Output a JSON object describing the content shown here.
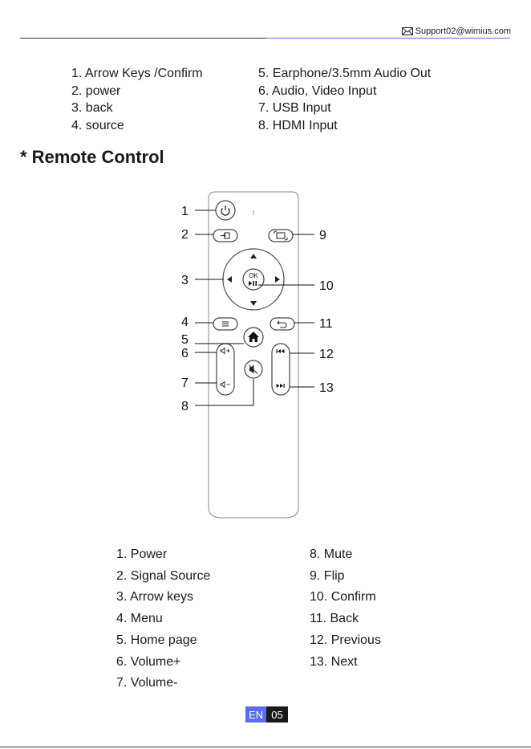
{
  "header": {
    "support_email": "Support02@wimius.com"
  },
  "projector_ports": {
    "left": [
      "1. Arrow Keys /Confirm",
      "2. power",
      "3. back",
      "4. source"
    ],
    "right": [
      "5. Earphone/3.5mm Audio Out",
      "6. Audio, Video Input",
      "7. USB Input",
      "8. HDMI Input"
    ]
  },
  "section_title": "* Remote Control",
  "remote": {
    "callouts": [
      "1",
      "2",
      "3",
      "4",
      "5",
      "6",
      "7",
      "8",
      "9",
      "10",
      "11",
      "12",
      "13"
    ],
    "ok_label": "OK"
  },
  "legend": {
    "left": [
      "1. Power",
      "2. Signal Source",
      "3. Arrow keys",
      "4. Menu",
      "5. Home page",
      "6. Volume+",
      "7. Volume-"
    ],
    "right": [
      "8. Mute",
      "9. Flip",
      "10. Confirm",
      "11. Back",
      "12. Previous",
      "13. Next"
    ]
  },
  "footer": {
    "lang": "EN",
    "page": "05"
  }
}
